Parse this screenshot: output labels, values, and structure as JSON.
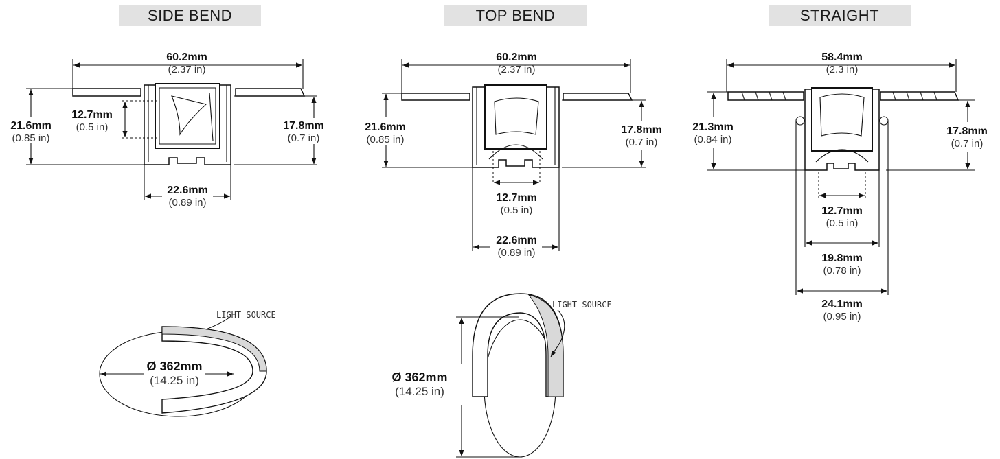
{
  "headers": {
    "side_bend": "SIDE BEND",
    "top_bend": "TOP BEND",
    "straight": "STRAIGHT"
  },
  "side_bend": {
    "width": {
      "mm": "60.2mm",
      "in": "(2.37 in)"
    },
    "height_total": {
      "mm": "21.6mm",
      "in": "(0.85 in)"
    },
    "height_body": {
      "mm": "17.8mm",
      "in": "(0.7 in)"
    },
    "lens": {
      "mm": "12.7mm",
      "in": "(0.5 in)"
    },
    "base": {
      "mm": "22.6mm",
      "in": "(0.89 in)"
    },
    "diameter": {
      "mm": "Ø 362mm",
      "in": "(14.25 in)"
    },
    "light_source": "LIGHT SOURCE"
  },
  "top_bend": {
    "width": {
      "mm": "60.2mm",
      "in": "(2.37 in)"
    },
    "height_total": {
      "mm": "21.6mm",
      "in": "(0.85 in)"
    },
    "height_body": {
      "mm": "17.8mm",
      "in": "(0.7 in)"
    },
    "lens": {
      "mm": "12.7mm",
      "in": "(0.5 in)"
    },
    "base": {
      "mm": "22.6mm",
      "in": "(0.89 in)"
    },
    "diameter": {
      "mm": "Ø 362mm",
      "in": "(14.25 in)"
    },
    "light_source": "LIGHT SOURCE"
  },
  "straight": {
    "width": {
      "mm": "58.4mm",
      "in": "(2.3 in)"
    },
    "height_total": {
      "mm": "21.3mm",
      "in": "(0.84 in)"
    },
    "height_body": {
      "mm": "17.8mm",
      "in": "(0.7 in)"
    },
    "lens": {
      "mm": "12.7mm",
      "in": "(0.5 in)"
    },
    "inner": {
      "mm": "19.8mm",
      "in": "(0.78 in)"
    },
    "outer": {
      "mm": "24.1mm",
      "in": "(0.95 in)"
    }
  }
}
